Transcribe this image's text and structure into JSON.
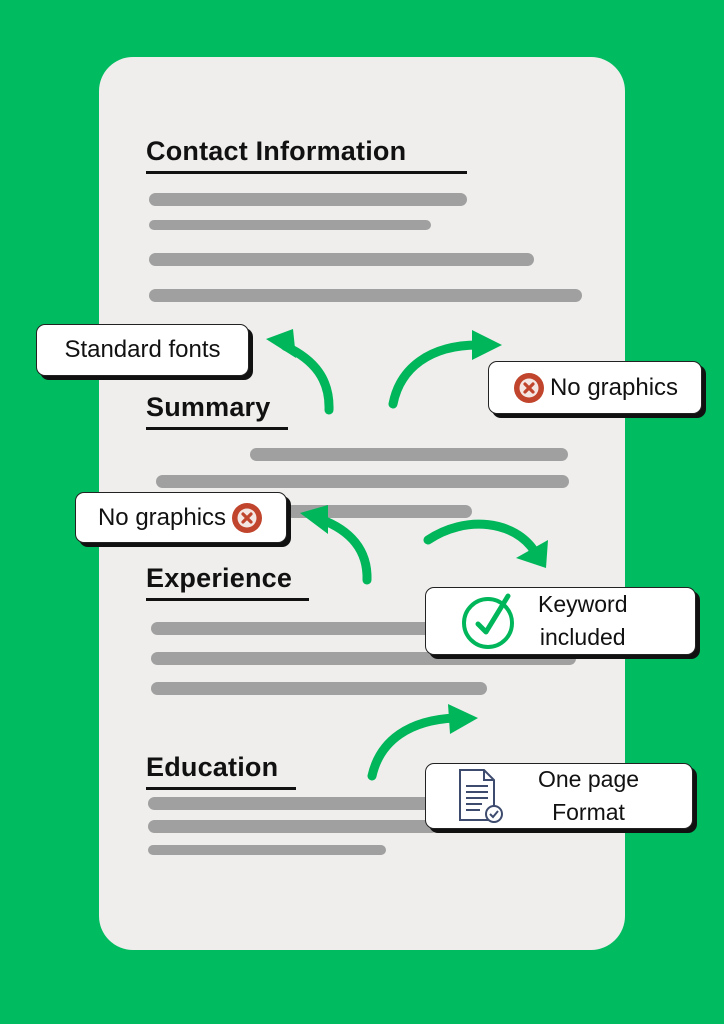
{
  "sections": {
    "contact": "Contact Information",
    "summary": "Summary",
    "experience": "Experience",
    "education": "Education"
  },
  "callouts": {
    "standard_fonts": "Standard fonts",
    "no_graphics_right": "No graphics",
    "no_graphics_left": "No graphics",
    "keyword_line1": "Keyword",
    "keyword_line2": "included",
    "one_page_line1": "One page",
    "one_page_line2": "Format"
  },
  "colors": {
    "background": "#00bb5f",
    "paper": "#efeeec",
    "arrow": "#00b65a",
    "placeholder_line": "#a0a0a0",
    "x_badge": "#c0452c"
  },
  "icons": [
    "x-circle-icon",
    "check-circle-icon",
    "document-check-icon",
    "curved-arrow-icon"
  ]
}
